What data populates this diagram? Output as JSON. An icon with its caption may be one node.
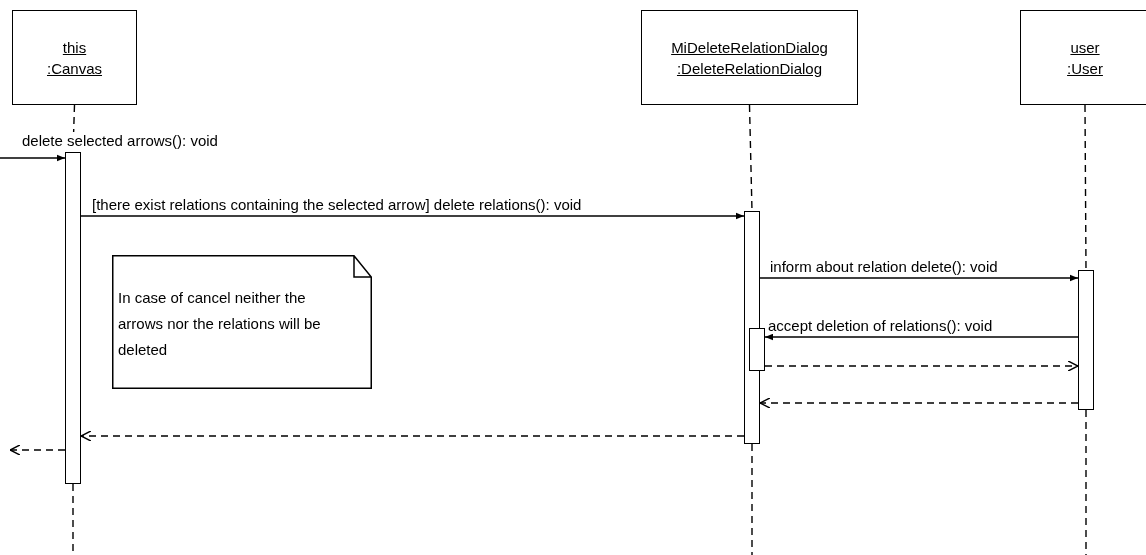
{
  "diagram": {
    "nodes": [
      {
        "text": [
          "this",
          ":Canvas"
        ]
      },
      {
        "text": [
          "MiDeleteRelationDialog",
          ":DeleteRelationDialog"
        ]
      },
      {
        "text": [
          "user",
          ":User"
        ]
      },
      {
        "text": [],
        "shape": "bar"
      },
      {
        "text": [],
        "shape": "bar"
      },
      {
        "text": [],
        "shape": "bar"
      },
      {
        "text": [],
        "shape": "bar"
      },
      {
        "text": [
          "In case of cancel neither the arrows nor the relations will be deleted"
        ]
      }
    ],
    "edges": [
      {
        "from": null,
        "to": 3,
        "arrow": "to",
        "label": "delete selected arrows(): void"
      },
      {
        "from": 3,
        "to": 4,
        "arrow": "to",
        "label": "[there exist relations containing the selected arrow] delete relations(): void"
      },
      {
        "from": 4,
        "to": 6,
        "arrow": "to",
        "label": "inform about relation delete(): void"
      },
      {
        "from": 6,
        "to": 5,
        "arrow": "to",
        "label": "accept deletion of relations(): void"
      },
      {
        "from": 5,
        "to": 6,
        "arrow": "to",
        "style": "dashed"
      },
      {
        "from": 6,
        "to": 4,
        "arrow": "to",
        "style": "dashed"
      },
      {
        "from": 4,
        "to": 3,
        "arrow": "to",
        "style": "dashed"
      },
      {
        "from": 3,
        "to": null,
        "arrow": "to",
        "style": "dashed"
      },
      {
        "from": 0,
        "to": 3,
        "arrow": "none",
        "style": "dashed"
      },
      {
        "from": 3,
        "to": null,
        "arrow": "none",
        "style": "dashed"
      },
      {
        "from": 1,
        "to": 4,
        "arrow": "none",
        "style": "dashed"
      },
      {
        "from": 4,
        "to": null,
        "arrow": "none",
        "style": "dashed"
      },
      {
        "from": 2,
        "to": 6,
        "arrow": "none",
        "style": "dashed"
      },
      {
        "from": 6,
        "to": null,
        "arrow": "none",
        "style": "dashed"
      }
    ]
  }
}
